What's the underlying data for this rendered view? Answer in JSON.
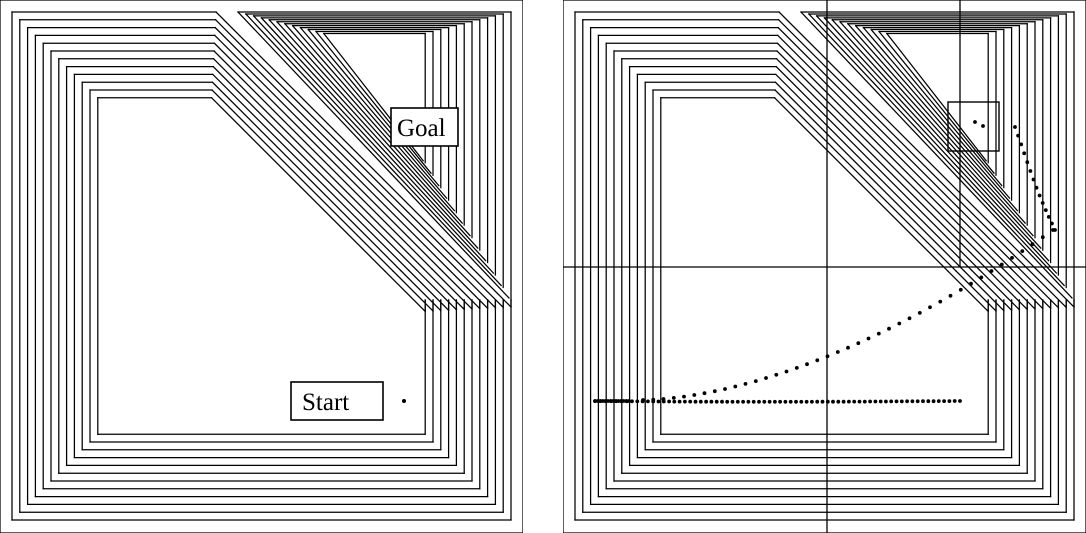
{
  "panels": {
    "left": {
      "goal_label": "Goal",
      "start_label": "Start"
    },
    "right": {
      "has_subdivision_lines": true,
      "has_goal_region_box": true,
      "trajectory_markers": "dots"
    }
  },
  "colors": {
    "line": "#000000",
    "background": "#ffffff"
  }
}
